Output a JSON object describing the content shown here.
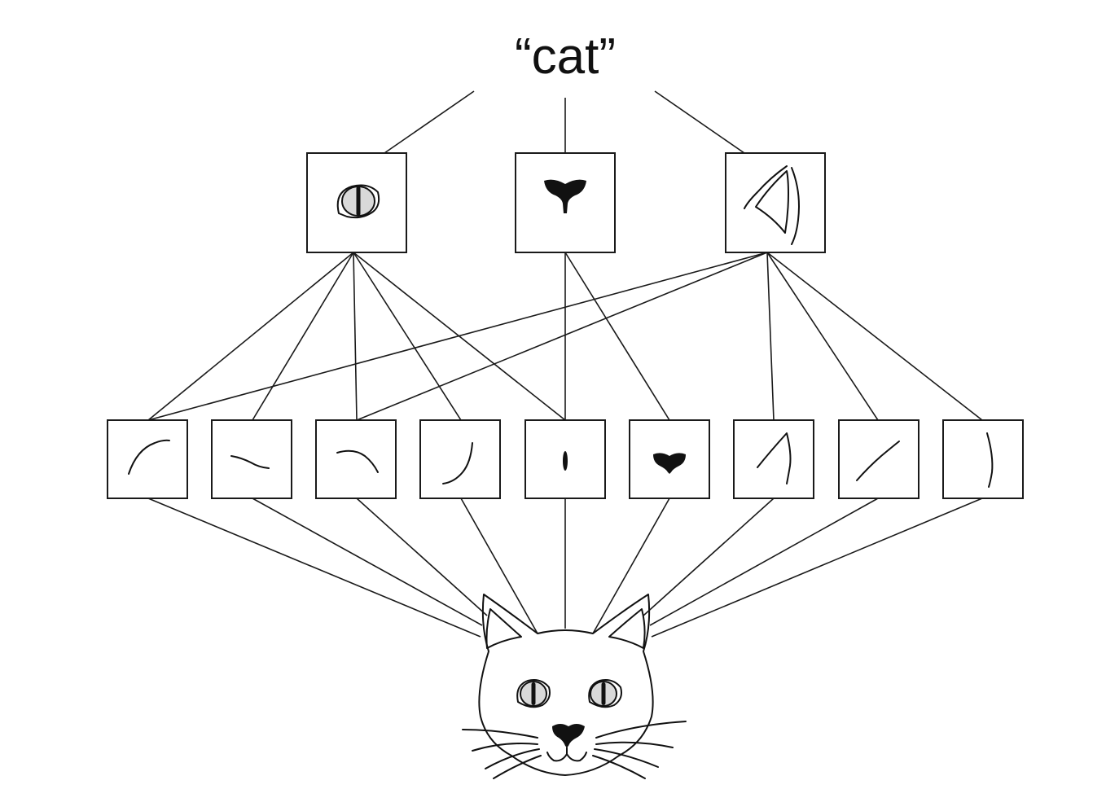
{
  "output_label": "“cat”",
  "layers": {
    "top": [
      {
        "id": "eye",
        "icon": "cat-eye-icon"
      },
      {
        "id": "nose",
        "icon": "cat-nose-icon"
      },
      {
        "id": "ear",
        "icon": "cat-ear-icon"
      }
    ],
    "bottom": [
      {
        "id": "curve-arc",
        "icon": "arc-stroke-icon"
      },
      {
        "id": "curve-s",
        "icon": "s-curve-stroke-icon"
      },
      {
        "id": "curve-hook",
        "icon": "hook-stroke-icon"
      },
      {
        "id": "curve-j",
        "icon": "j-curve-stroke-icon"
      },
      {
        "id": "pupil",
        "icon": "pupil-slit-icon"
      },
      {
        "id": "nose-blob",
        "icon": "nose-blob-icon"
      },
      {
        "id": "ear-tip",
        "icon": "ear-tip-stroke-icon"
      },
      {
        "id": "diagonal",
        "icon": "diagonal-stroke-icon"
      },
      {
        "id": "vertical",
        "icon": "vertical-curve-stroke-icon"
      }
    ]
  },
  "input": {
    "icon": "cat-face-icon"
  },
  "colors": {
    "line": "#1a1a1a",
    "iris": "#d9d9d9",
    "background": "#ffffff"
  }
}
